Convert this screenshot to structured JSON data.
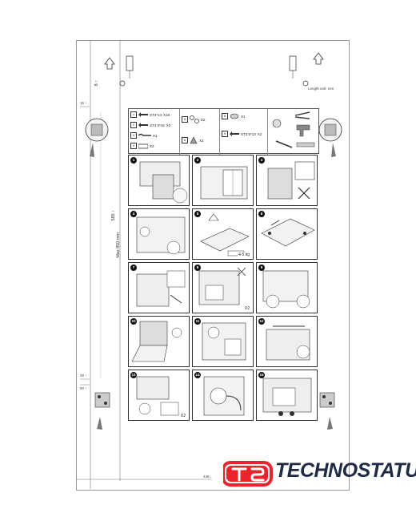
{
  "labels": {
    "length_unit": "Length unit: mm",
    "max_height": "Max 850 mm",
    "dim_side": "585 ↑",
    "dim_top_left": "15 ↑",
    "dim_cut": "8 ↑",
    "dim_mid_left": "29 ↑",
    "dim_low_left": "90 ↑",
    "dim_bottom": "448 ↓"
  },
  "parts": [
    {
      "num": "1",
      "code": "ST4*14",
      "qty": "X18",
      "icon": "screw-icon"
    },
    {
      "num": "2",
      "code": "ST3.5*16",
      "qty": "X2",
      "icon": "screw-icon"
    },
    {
      "num": "3",
      "code": "",
      "qty": "X1",
      "icon": "spanner-icon"
    },
    {
      "num": "4",
      "code": "",
      "qty": "X2",
      "icon": "bracket-icon"
    },
    {
      "num": "5",
      "code": "",
      "qty": "X2",
      "icon": "hinge-plate-icon"
    },
    {
      "num": "6",
      "code": "",
      "qty": "X2",
      "icon": "clip-icon"
    },
    {
      "num": "8",
      "code": "",
      "qty": "X1",
      "icon": "cap-icon"
    },
    {
      "num": "9",
      "code": "ST3.5*13",
      "qty": "X2",
      "icon": "screw-icon"
    }
  ],
  "steps": [
    {
      "num": "1",
      "caption": "",
      "scene": "kitchen-niche"
    },
    {
      "num": "2",
      "caption": "",
      "scene": "cabinet-front"
    },
    {
      "num": "3",
      "caption": "",
      "scene": "hose-check"
    },
    {
      "num": "4",
      "caption": "",
      "scene": "side-install"
    },
    {
      "num": "5",
      "caption": "4-5 kg",
      "scene": "door-panel"
    },
    {
      "num": "6",
      "caption": "",
      "scene": "panel-screws"
    },
    {
      "num": "7",
      "caption": "",
      "scene": "mount-panel"
    },
    {
      "num": "8",
      "caption": "X2",
      "scene": "attach-door"
    },
    {
      "num": "9",
      "caption": "",
      "scene": "spring-tension"
    },
    {
      "num": "10",
      "caption": "",
      "scene": "open-unit"
    },
    {
      "num": "11",
      "caption": "",
      "scene": "water-connect"
    },
    {
      "num": "12",
      "caption": "",
      "scene": "fix-top"
    },
    {
      "num": "13",
      "caption": "X2",
      "scene": "adjust-feet"
    },
    {
      "num": "14",
      "caption": "",
      "scene": "drain-hose"
    },
    {
      "num": "15",
      "caption": "",
      "scene": "final-fit"
    }
  ],
  "brand": {
    "name": "TECHNOSTATUS",
    "logo_text": "ts",
    "logo_color": "#e8242c",
    "text_color": "#1f2a44"
  }
}
